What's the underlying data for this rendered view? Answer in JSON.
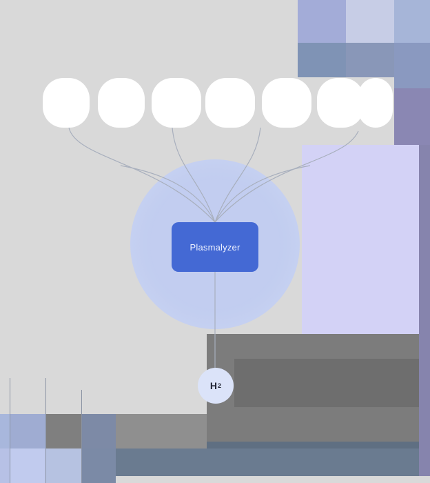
{
  "diagram": {
    "hub_label": "Plasmalyzer",
    "output_label": "H",
    "output_subscript": "2"
  },
  "colors": {
    "background": "#d9d9d9",
    "hub_fill": "#4469d4",
    "halo_fill": "#c2cdf0",
    "output_fill": "#dbe3f9",
    "input_fill": "#ffffff",
    "connector_stroke": "#a8afbd"
  }
}
